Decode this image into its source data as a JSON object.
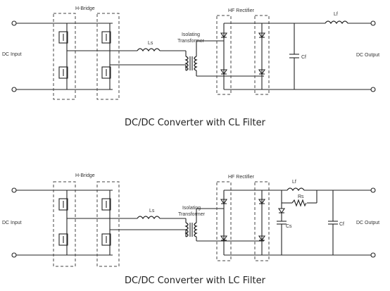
{
  "diagrams": [
    {
      "caption": "DC/DC Converter with CL Filter",
      "labels": {
        "hbridge": "H-Bridge",
        "dc_input": "DC Input",
        "ls": "Ls",
        "iso1": "Isolating",
        "iso2": "Transformer",
        "hf_rectifier": "HF Rectifier",
        "lf": "Lf",
        "cf": "Cf",
        "dc_output": "DC Output"
      }
    },
    {
      "caption": "DC/DC Converter with LC Filter",
      "labels": {
        "hbridge": "H-Bridge",
        "dc_input": "DC Input",
        "ls": "Ls",
        "iso1": "Isolating",
        "iso2": "Transformer",
        "hf_rectifier": "HF Rectifier",
        "lf": "Lf",
        "rs": "Rs",
        "cs": "Cs",
        "cf": "Cf",
        "dc_output": "DC Output"
      }
    }
  ]
}
